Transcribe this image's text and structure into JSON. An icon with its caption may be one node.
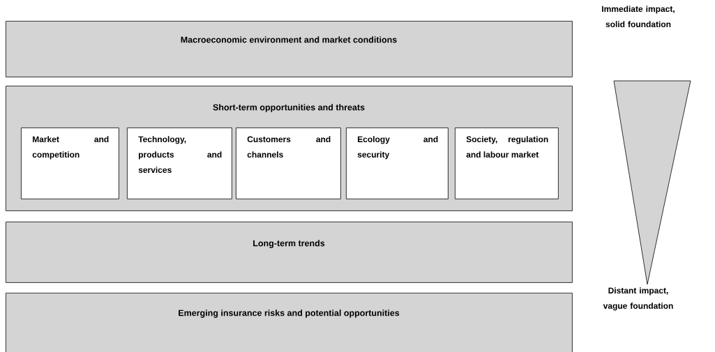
{
  "diagram": {
    "nodes": [
      {
        "text": [
          "Macroeconomic environment and market conditions"
        ]
      },
      {
        "text": [
          "Short-term opportunities and threats"
        ]
      },
      {
        "text": [
          "Market and competition"
        ],
        "in": 1
      },
      {
        "text": [
          "Technology, products and services"
        ],
        "in": 1
      },
      {
        "text": [
          "Customers and channels"
        ],
        "in": 1
      },
      {
        "text": [
          "Ecology and security"
        ],
        "in": 1
      },
      {
        "text": [
          "Society, regulation and labour market"
        ],
        "in": 1
      },
      {
        "text": [
          "Long-term trends"
        ]
      },
      {
        "text": [
          "Emerging insurance risks and potential opportunities"
        ]
      },
      {
        "text": [],
        "shape": "triangle"
      }
    ],
    "edges": [],
    "labels": [
      "Immediate impact, solid foundation",
      "Distant impact, vague foundation"
    ]
  }
}
